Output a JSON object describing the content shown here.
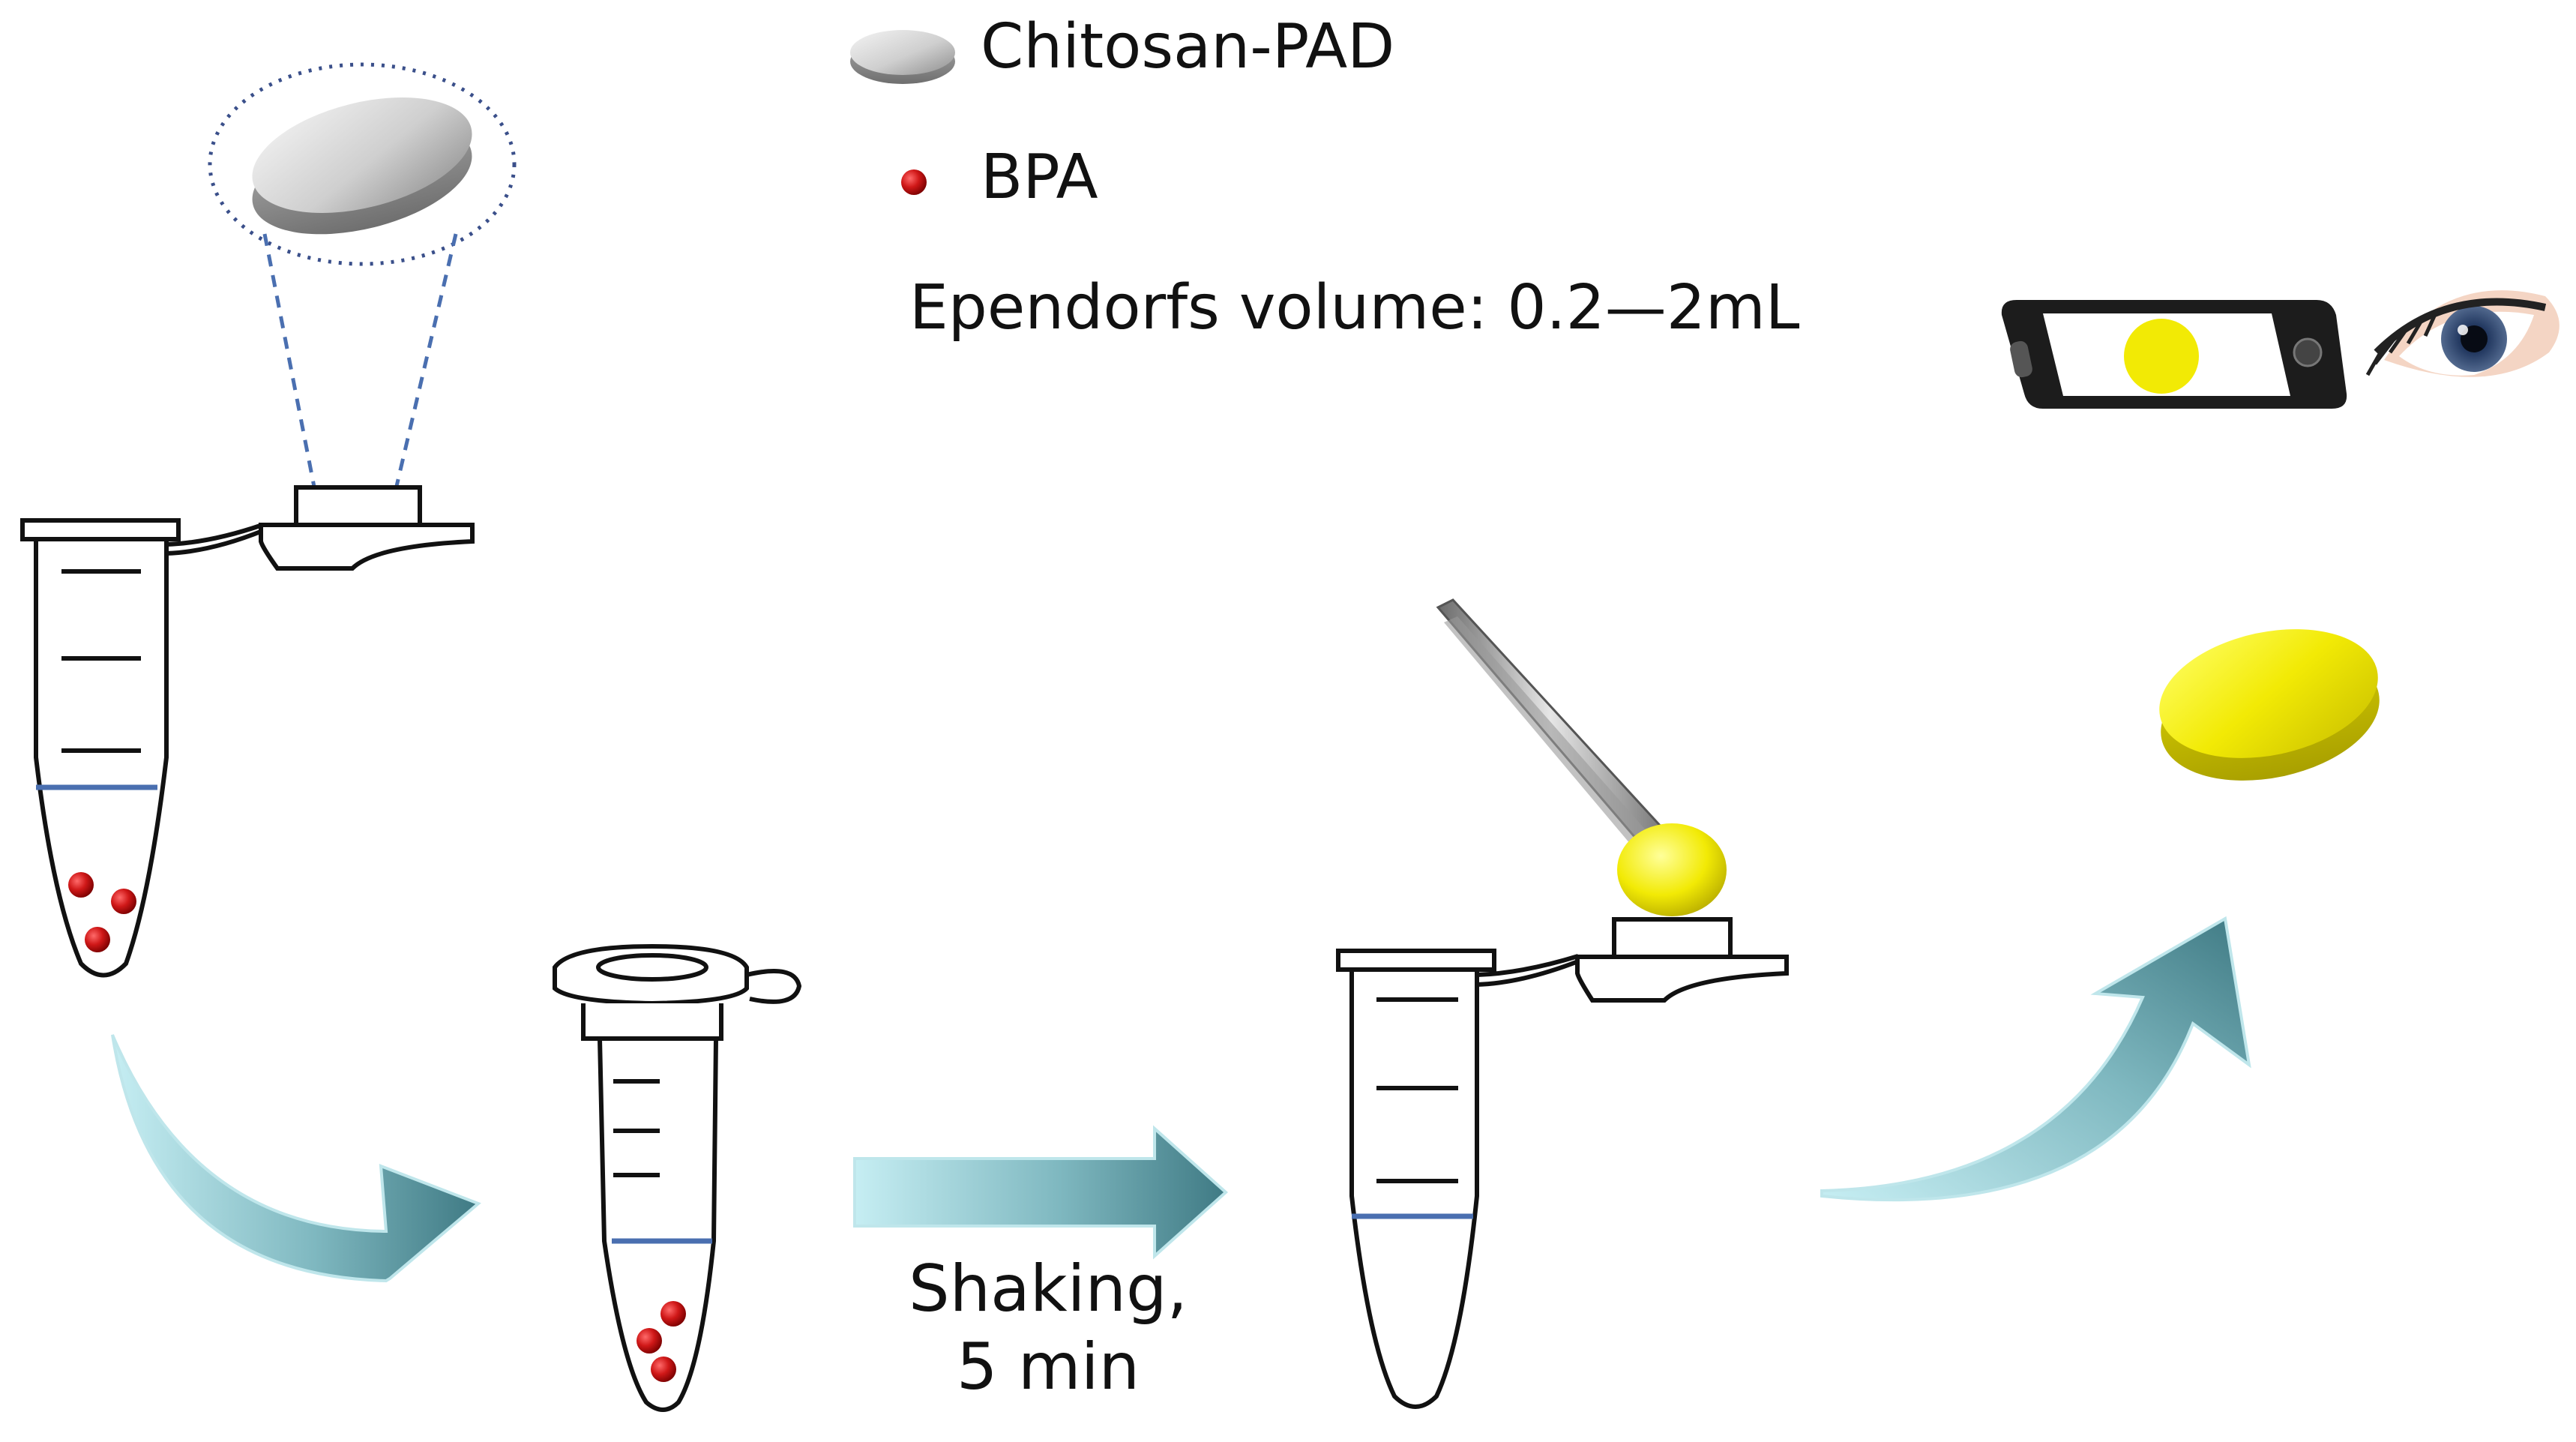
{
  "legend": {
    "pad_label": "Chitosan-PAD",
    "bpa_label": "BPA",
    "volume_label": "Ependorfs volume: 0.2—2mL"
  },
  "steps": {
    "shaking_line1": "Shaking,",
    "shaking_line2": "5 min"
  },
  "colors": {
    "bpa_red": "#d01818",
    "pad_gray": "#c9c9c9",
    "pad_yellow": "#f2ea05",
    "arrow_teal": "#4e8891",
    "liquid_blue": "#4a6fb0",
    "outline": "#111111"
  }
}
